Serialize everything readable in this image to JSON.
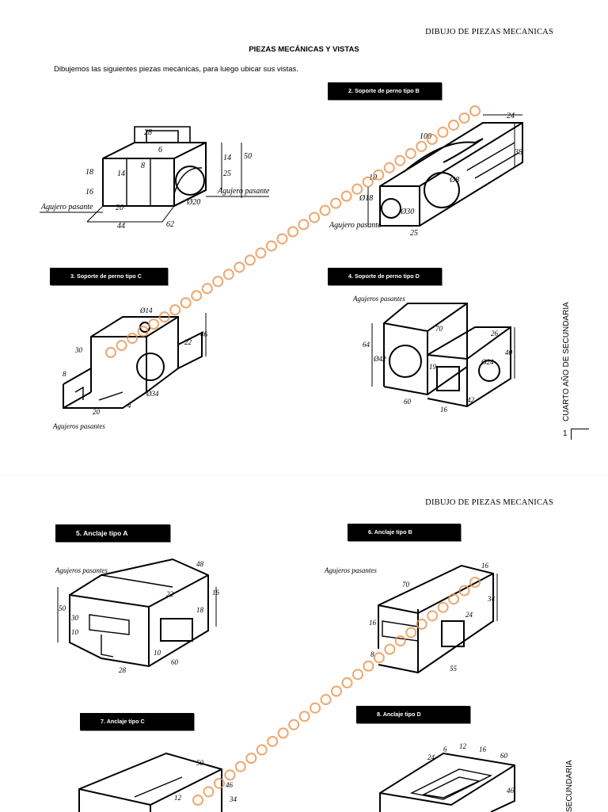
{
  "header": {
    "text": "DIBUJO DE PIEZAS MECANICAS"
  },
  "title": "PIEZAS MECÁNICAS Y VISTAS",
  "intro": "Dibujemos las siguientes piezas mecánicas, para luego ubicar sus vistas.",
  "labels": [
    "2.   Soporte de perno tipo B",
    "3.   Soporte de perno tipo C",
    "4.   Soporte de perno tipo D",
    "5.   Anclaje tipo A",
    "6.   Anclaje tipo B",
    "7.   Anclaje tipo C",
    "8.   Anclaje tipo D"
  ],
  "side_text": "CUARTO  AÑO DE SECUNDARIA",
  "side_text_2": "SECUNDARIA",
  "page_number": "1",
  "drawings": {
    "a": {
      "dims": [
        "28",
        "6",
        "18",
        "16",
        "14",
        "8",
        "20",
        "44",
        "62",
        "50",
        "25",
        "Ø20",
        "14"
      ],
      "notes": [
        "Agujero pasante",
        "Agujero pasante"
      ]
    },
    "b": {
      "dims": [
        "100",
        "24",
        "38",
        "Ø18",
        "Ø30",
        "25",
        "Ø8",
        "10"
      ],
      "notes": [
        "Agujero pasante"
      ]
    },
    "c": {
      "dims": [
        "Ø14",
        "46",
        "22",
        "30",
        "8",
        "Ø34",
        "20",
        "4"
      ],
      "notes": [
        "Agujeros pasantes"
      ]
    },
    "d": {
      "dims": [
        "70",
        "26",
        "64",
        "Ø42",
        "Ø24",
        "40",
        "60",
        "16",
        "42",
        "19"
      ],
      "notes": [
        "Agujeros pasantes"
      ]
    },
    "e": {
      "dims": [
        "48",
        "22",
        "50",
        "30",
        "10",
        "16",
        "18",
        "28",
        "60",
        "10"
      ],
      "notes": [
        "Agujeros pasantes"
      ]
    },
    "f": {
      "dims": [
        "70",
        "16",
        "34",
        "24",
        "16",
        "55",
        "8"
      ],
      "notes": [
        "Agujeros pasantes"
      ]
    },
    "g": {
      "dims": [
        "50",
        "12",
        "34",
        "46"
      ],
      "notes": []
    },
    "h": {
      "dims": [
        "24",
        "6",
        "12",
        "16",
        "60",
        "46"
      ],
      "notes": []
    }
  },
  "watermark_color": "#e8914a"
}
